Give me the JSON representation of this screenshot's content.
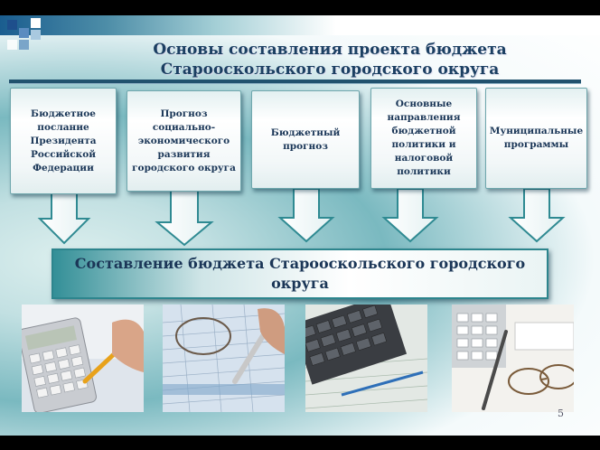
{
  "title": {
    "line1": "Основы составления проекта бюджета",
    "line2": "Старооскольского городского округа"
  },
  "sources": [
    {
      "label": "Бюджетное\nпослание\nПрезидента\nРоссийской\nФедерации"
    },
    {
      "label": "Прогноз социально-\nэкономического\nразвития\nгородского округа"
    },
    {
      "label": "Бюджетный\nпрогноз"
    },
    {
      "label": "Основные\nнаправления\nбюджетной\nполитики и\nналоговой\nполитики"
    },
    {
      "label": "Муниципальные\nпрограммы"
    }
  ],
  "result": {
    "label": "Составление бюджета Старооскольского городского округа"
  },
  "page_number": "5",
  "colors": {
    "title": "#1b3f62",
    "box_text": "#1a3657",
    "arrow_fill": "#ffffff",
    "arrow_stroke": "#2f8a92",
    "accent_teal": "#2d858d"
  },
  "photos": [
    {
      "icon": "calculator-and-pen-photo"
    },
    {
      "icon": "pen-and-spreadsheet-photo"
    },
    {
      "icon": "calculator-keys-photo"
    },
    {
      "icon": "calculator-glasses-photo"
    }
  ]
}
